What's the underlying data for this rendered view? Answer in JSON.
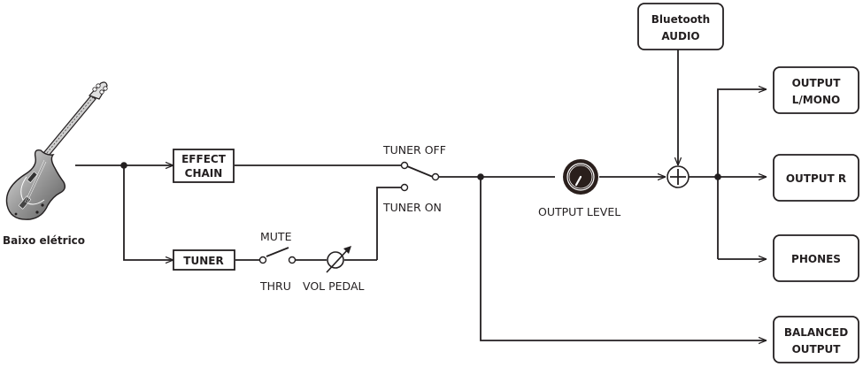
{
  "diagram": {
    "title": "Signal flow",
    "input": {
      "label": "Baixo elétrico",
      "icon": "bass-guitar-icon"
    },
    "blocks": {
      "effect_chain": [
        "EFFECT",
        "CHAIN"
      ],
      "tuner": "TUNER",
      "bluetooth": [
        "Bluetooth",
        "AUDIO"
      ]
    },
    "switches": {
      "tuner_off": "TUNER OFF",
      "tuner_on": "TUNER ON",
      "mute": "MUTE",
      "thru": "THRU"
    },
    "controls": {
      "vol_pedal": "VOL PEDAL",
      "output_level": "OUTPUT LEVEL"
    },
    "outputs": {
      "l_mono": [
        "OUTPUT",
        "L/MONO"
      ],
      "r": "OUTPUT R",
      "phones": "PHONES",
      "balanced": [
        "BALANCED",
        "OUTPUT"
      ]
    },
    "colors": {
      "ink": "#231f20",
      "knob": "#2a1f1c"
    }
  }
}
